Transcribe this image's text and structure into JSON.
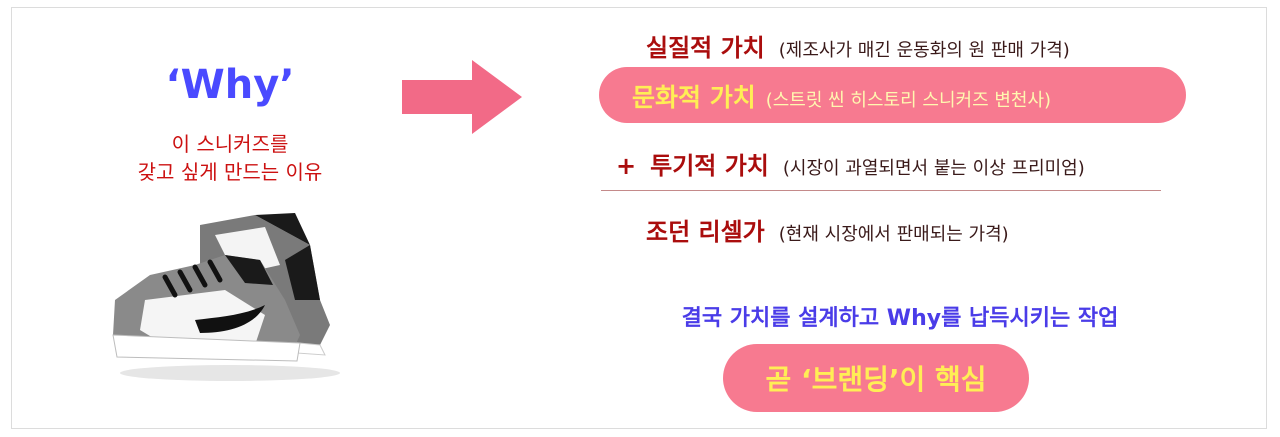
{
  "left": {
    "title": "‘Why’",
    "subtitle_line1": "이 스니커즈를",
    "subtitle_line2": "갖고 싶게 만드는 이유"
  },
  "values": [
    {
      "label": "실질적 가치",
      "note": "(제조사가 매긴 운동화의 원 판매 가격)"
    },
    {
      "label": "문화적 가치",
      "note": "(스트릿 씬 히스토리 스니커즈 변천사)"
    },
    {
      "prefix": "+",
      "label": "투기적 가치",
      "note": "(시장이 과열되면서 붙는 이상 프리미엄)"
    },
    {
      "label": "조던 리셀가",
      "note": "(현재 시장에서 판매되는 가격)"
    }
  ],
  "conclusion": "결국 가치를 설계하고 Why를 납득시키는 작업",
  "core": "곧 ‘브랜딩’이 핵심",
  "colors": {
    "why": "#4a4aff",
    "accent_red": "#aa0d0d",
    "pill": "#f77a90",
    "pill_text": "#ffee55",
    "conclusion": "#4a3ce8",
    "arrow": "#f26a87"
  }
}
